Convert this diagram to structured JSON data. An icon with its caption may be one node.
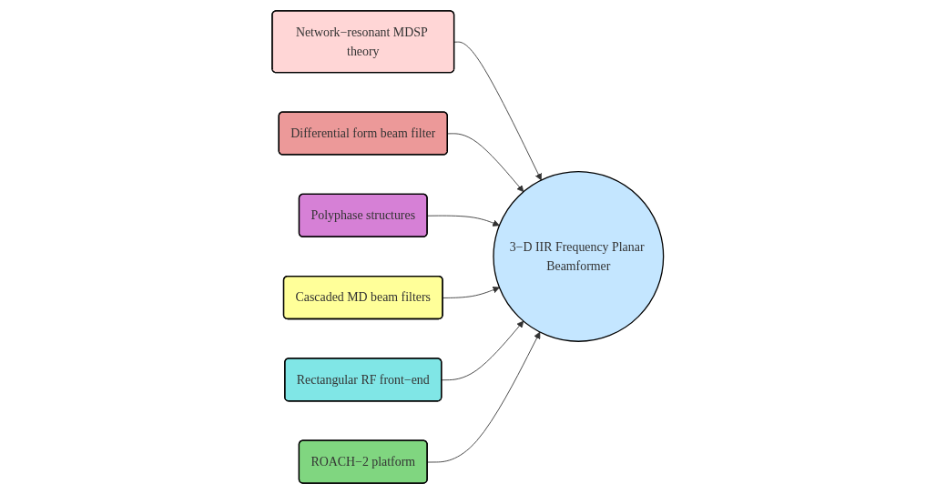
{
  "diagram": {
    "nodes": [
      {
        "text": [
          "Network−resonant MDSP theory"
        ]
      },
      {
        "text": [
          "Differential form beam filter"
        ]
      },
      {
        "text": [
          "Polyphase structures"
        ]
      },
      {
        "text": [
          "3−D IIR Frequency Planar Beamformer"
        ]
      },
      {
        "text": [
          "Cascaded MD beam filters"
        ]
      },
      {
        "text": [
          "Rectangular RF front−end"
        ]
      },
      {
        "text": [
          "ROACH−2 platform"
        ]
      }
    ],
    "edges": [
      {
        "from": 0,
        "to": 3,
        "arrow": "to"
      },
      {
        "from": 1,
        "to": 3,
        "arrow": "to"
      },
      {
        "from": 2,
        "to": 3,
        "arrow": "to"
      },
      {
        "from": 4,
        "to": 3,
        "arrow": "to"
      },
      {
        "from": 5,
        "to": 3,
        "arrow": "to"
      },
      {
        "from": 6,
        "to": 3,
        "arrow": "to"
      }
    ]
  }
}
